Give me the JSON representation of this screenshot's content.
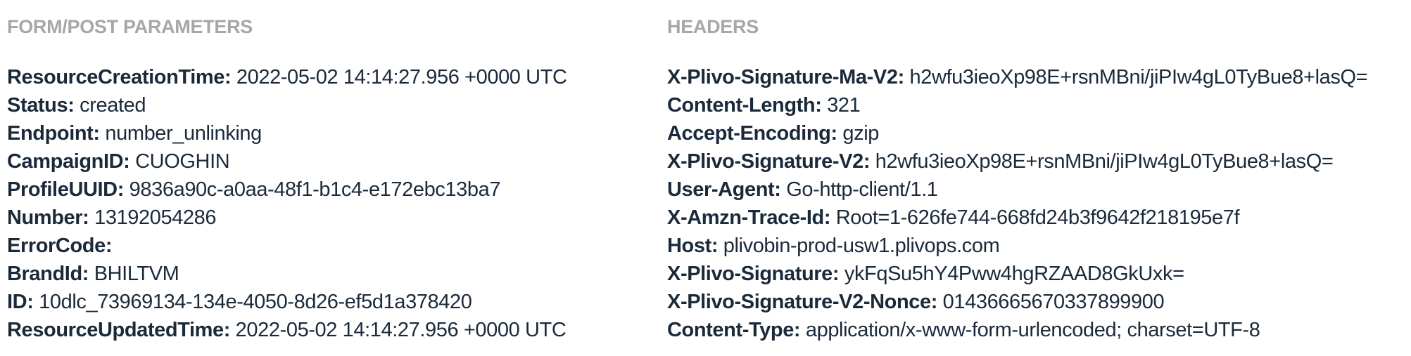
{
  "colors": {
    "background": "#ffffff",
    "heading_gray": "#a7a7a7",
    "text_navy": "#1b2a3b"
  },
  "sections": [
    {
      "title": "FORM/POST PARAMETERS",
      "rows": [
        {
          "key": "ResourceCreationTime:",
          "value": "2022-05-02 14:14:27.956 +0000 UTC"
        },
        {
          "key": "Status:",
          "value": "created"
        },
        {
          "key": "Endpoint:",
          "value": "number_unlinking"
        },
        {
          "key": "CampaignID:",
          "value": "CUOGHIN"
        },
        {
          "key": "ProfileUUID:",
          "value": "9836a90c-a0aa-48f1-b1c4-e172ebc13ba7"
        },
        {
          "key": "Number:",
          "value": "13192054286"
        },
        {
          "key": "ErrorCode:",
          "value": ""
        },
        {
          "key": "BrandId:",
          "value": "BHILTVM"
        },
        {
          "key": "ID:",
          "value": "10dlc_73969134-134e-4050-8d26-ef5d1a378420"
        },
        {
          "key": "ResourceUpdatedTime:",
          "value": "2022-05-02 14:14:27.956 +0000 UTC"
        }
      ]
    },
    {
      "title": "HEADERS",
      "rows": [
        {
          "key": "X-Plivo-Signature-Ma-V2:",
          "value": "h2wfu3ieoXp98E+rsnMBni/jiPIw4gL0TyBue8+lasQ="
        },
        {
          "key": "Content-Length:",
          "value": "321"
        },
        {
          "key": "Accept-Encoding:",
          "value": "gzip"
        },
        {
          "key": "X-Plivo-Signature-V2:",
          "value": "h2wfu3ieoXp98E+rsnMBni/jiPIw4gL0TyBue8+lasQ="
        },
        {
          "key": "User-Agent:",
          "value": "Go-http-client/1.1"
        },
        {
          "key": "X-Amzn-Trace-Id:",
          "value": "Root=1-626fe744-668fd24b3f9642f218195e7f"
        },
        {
          "key": "Host:",
          "value": "plivobin-prod-usw1.plivops.com"
        },
        {
          "key": "X-Plivo-Signature:",
          "value": "ykFqSu5hY4Pww4hgRZAAD8GkUxk="
        },
        {
          "key": "X-Plivo-Signature-V2-Nonce:",
          "value": "01436665670337899900"
        },
        {
          "key": "Content-Type:",
          "value": "application/x-www-form-urlencoded; charset=UTF-8"
        }
      ]
    }
  ]
}
